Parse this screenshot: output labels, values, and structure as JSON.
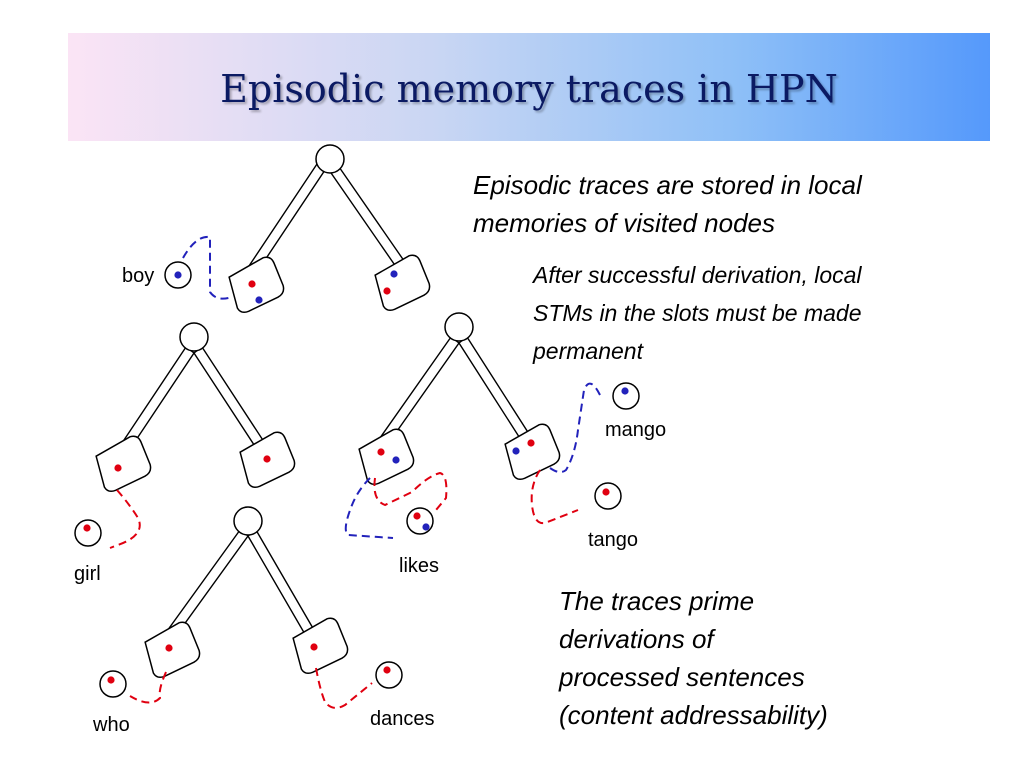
{
  "title": "Episodic memory traces in HPN",
  "notes": {
    "traces_stored": [
      "Episodic traces are stored in local",
      "memories of visited nodes"
    ],
    "after_derivation": [
      "After successful derivation, local",
      "STMs in the slots must be made",
      "permanent"
    ],
    "prime": [
      "The traces prime",
      "derivations of",
      "processed sentences",
      "(content addressability)"
    ]
  },
  "words": {
    "boy": "boy",
    "girl": "girl",
    "who": "who",
    "dances": "dances",
    "likes": "likes",
    "mango": "mango",
    "tango": "tango"
  },
  "colors": {
    "red_trace": "#e00010",
    "blue_trace": "#2222bb"
  }
}
